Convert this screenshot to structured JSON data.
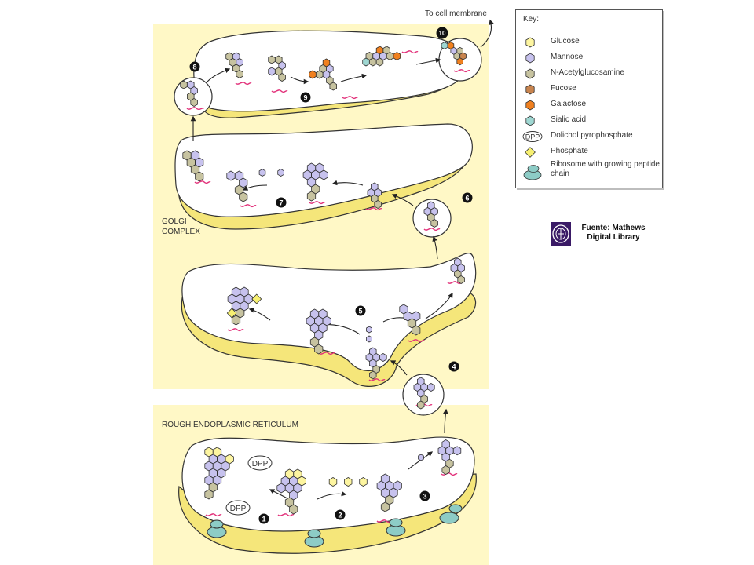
{
  "colors": {
    "panel": "#fff8c6",
    "cisterna_shadow": "#f5e67a",
    "glucose": "#fdf5a0",
    "mannose": "#c7c2ee",
    "glcnac": "#c7c3a0",
    "fucose": "#c8844e",
    "galactose": "#f0801f",
    "sialic_acid": "#9fd7d2",
    "phosphate": "#f7f071",
    "ribosome": "#8dccc6",
    "peptide_chain": "#e2317a",
    "logo": "#3a1a66"
  },
  "regions": {
    "golgi_label_line1": "GOLGI",
    "golgi_label_line2": "COMPLEX",
    "rer_label": "ROUGH ENDOPLASMIC RETICULUM"
  },
  "destination_label": "To cell membrane",
  "steps": [
    "1",
    "2",
    "3",
    "4",
    "5",
    "6",
    "7",
    "8",
    "9",
    "10"
  ],
  "carrier_labels": [
    "DPP",
    "DPP"
  ],
  "legend": {
    "title": "Key:",
    "items": [
      {
        "shape": "hexagon",
        "color": "#fdf5a0",
        "label": "Glucose"
      },
      {
        "shape": "hexagon",
        "color": "#c7c2ee",
        "label": "Mannose"
      },
      {
        "shape": "hexagon",
        "color": "#c7c3a0",
        "label": "N-Acetylglucosamine"
      },
      {
        "shape": "hexagon",
        "color": "#c8844e",
        "label": "Fucose"
      },
      {
        "shape": "hexagon",
        "color": "#f0801f",
        "label": "Galactose"
      },
      {
        "shape": "hexagon",
        "color": "#9fd7d2",
        "label": "Sialic acid"
      },
      {
        "shape": "ellipse",
        "color": "#ffffff",
        "badge": "DPP",
        "label": "Dolichol pyrophosphate"
      },
      {
        "shape": "diamond",
        "color": "#f7f071",
        "label": "Phosphate"
      },
      {
        "shape": "ribosome",
        "color": "#8dccc6",
        "label": "Ribosome with growing peptide chain"
      }
    ]
  },
  "source": {
    "line1": "Fuente: Mathews",
    "line2": "Digital Library"
  }
}
